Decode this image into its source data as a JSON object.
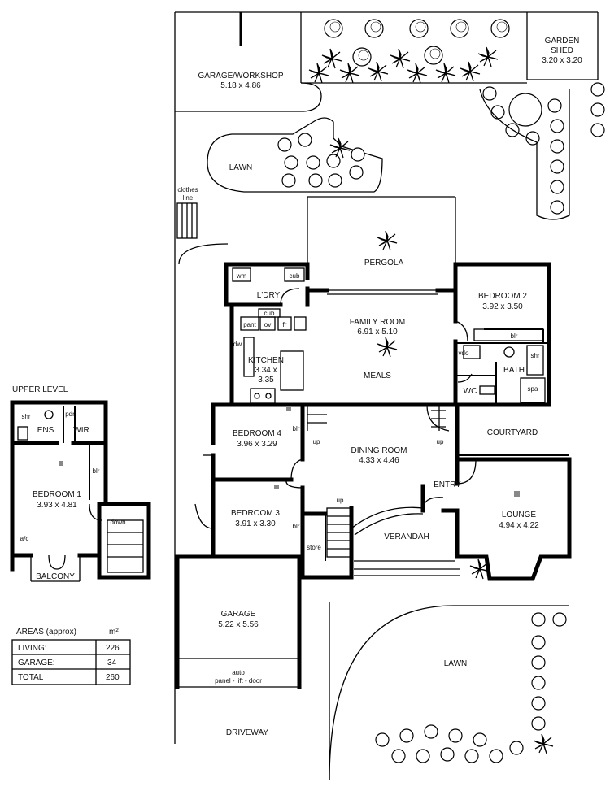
{
  "labels": {
    "garage_workshop": "GARAGE/WORKSHOP",
    "garage_workshop_dim": "5.18 x 4.86",
    "garden_shed": "GARDEN",
    "garden_shed_2": "SHED",
    "garden_shed_dim": "3.20 x 3.20",
    "lawn_top": "LAWN",
    "clothes_line_1": "clothes",
    "clothes_line_2": "line",
    "pergola": "PERGOLA",
    "laundry": "L'DRY",
    "wm": "wm",
    "cub1": "cub",
    "cub2": "cub",
    "pant": "pant",
    "ov": "ov",
    "fr": "fr",
    "dw": "dw",
    "kitchen": "KITCHEN",
    "kitchen_dim1": "3.34 x",
    "kitchen_dim2": "3.35",
    "family_room": "FAMILY ROOM",
    "family_room_dim": "6.91 x 5.10",
    "meals": "MEALS",
    "bedroom2": "BEDROOM 2",
    "bedroom2_dim": "3.92 x 3.50",
    "blr_b2": "blr",
    "vdo": "vdo",
    "shr_bath": "shr",
    "bath": "BATH",
    "wc": "WC",
    "spa": "spa",
    "courtyard": "COURTYARD",
    "bedroom4": "BEDROOM 4",
    "bedroom4_dim": "3.96 x 3.29",
    "blr_b4": "blr",
    "up1": "up",
    "up2": "up",
    "up3": "up",
    "dining_room": "DINING ROOM",
    "dining_room_dim": "4.33 x 4.46",
    "entry": "ENTRY",
    "lounge": "LOUNGE",
    "lounge_dim": "4.94 x 4.22",
    "bedroom3": "BEDROOM 3",
    "bedroom3_dim": "3.91 x 3.30",
    "blr_b3": "blr",
    "store": "store",
    "verandah": "VERANDAH",
    "garage": "GARAGE",
    "garage_dim": "5.22 x 5.56",
    "auto_door_1": "auto",
    "auto_door_2": "panel - lift - door",
    "lawn_bottom": "LAWN",
    "driveway": "DRIVEWAY",
    "upper_level": "UPPER LEVEL",
    "shr_ens": "shr",
    "ens": "ENS",
    "wir": "WIR",
    "pdr": "pdr",
    "bedroom1": "BEDROOM 1",
    "bedroom1_dim": "3.93 x 4.81",
    "blr_b1": "blr",
    "ac": "a/c",
    "down": "down",
    "balcony": "BALCONY"
  },
  "areas": {
    "title": "AREAS (approx)",
    "unit": "m²",
    "rows": [
      {
        "label": "LIVING:",
        "value": "226"
      },
      {
        "label": "GARAGE:",
        "value": "34"
      },
      {
        "label": "TOTAL",
        "value": "260"
      }
    ]
  }
}
